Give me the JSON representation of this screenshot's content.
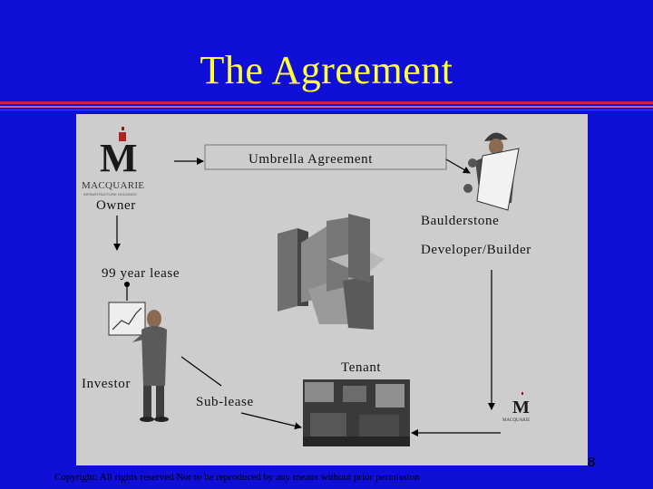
{
  "slide": {
    "title": "The Agreement",
    "page_number": "8",
    "copyright": "Copyright: All rights reserved Not to be reproduced by any means without prior permission"
  },
  "diagram": {
    "umbrella_agreement": "Umbrella Agreement",
    "owner": "Owner",
    "baulderstone": "Baulderstone",
    "developer_builder": "Developer/Builder",
    "lease_99": "99 year lease",
    "investor": "Investor",
    "tenant": "Tenant",
    "sub_lease": "Sub-lease",
    "logo_main": "MACQUARIE",
    "logo_sub": "INFRASTRUCTURE HOLDINGS",
    "logo_small": "MACQUARIE"
  },
  "colors": {
    "background": "#0f0fd8",
    "title": "#ffff3a",
    "accent_rule": "#c8204a",
    "panel": "#cdcdcd"
  }
}
